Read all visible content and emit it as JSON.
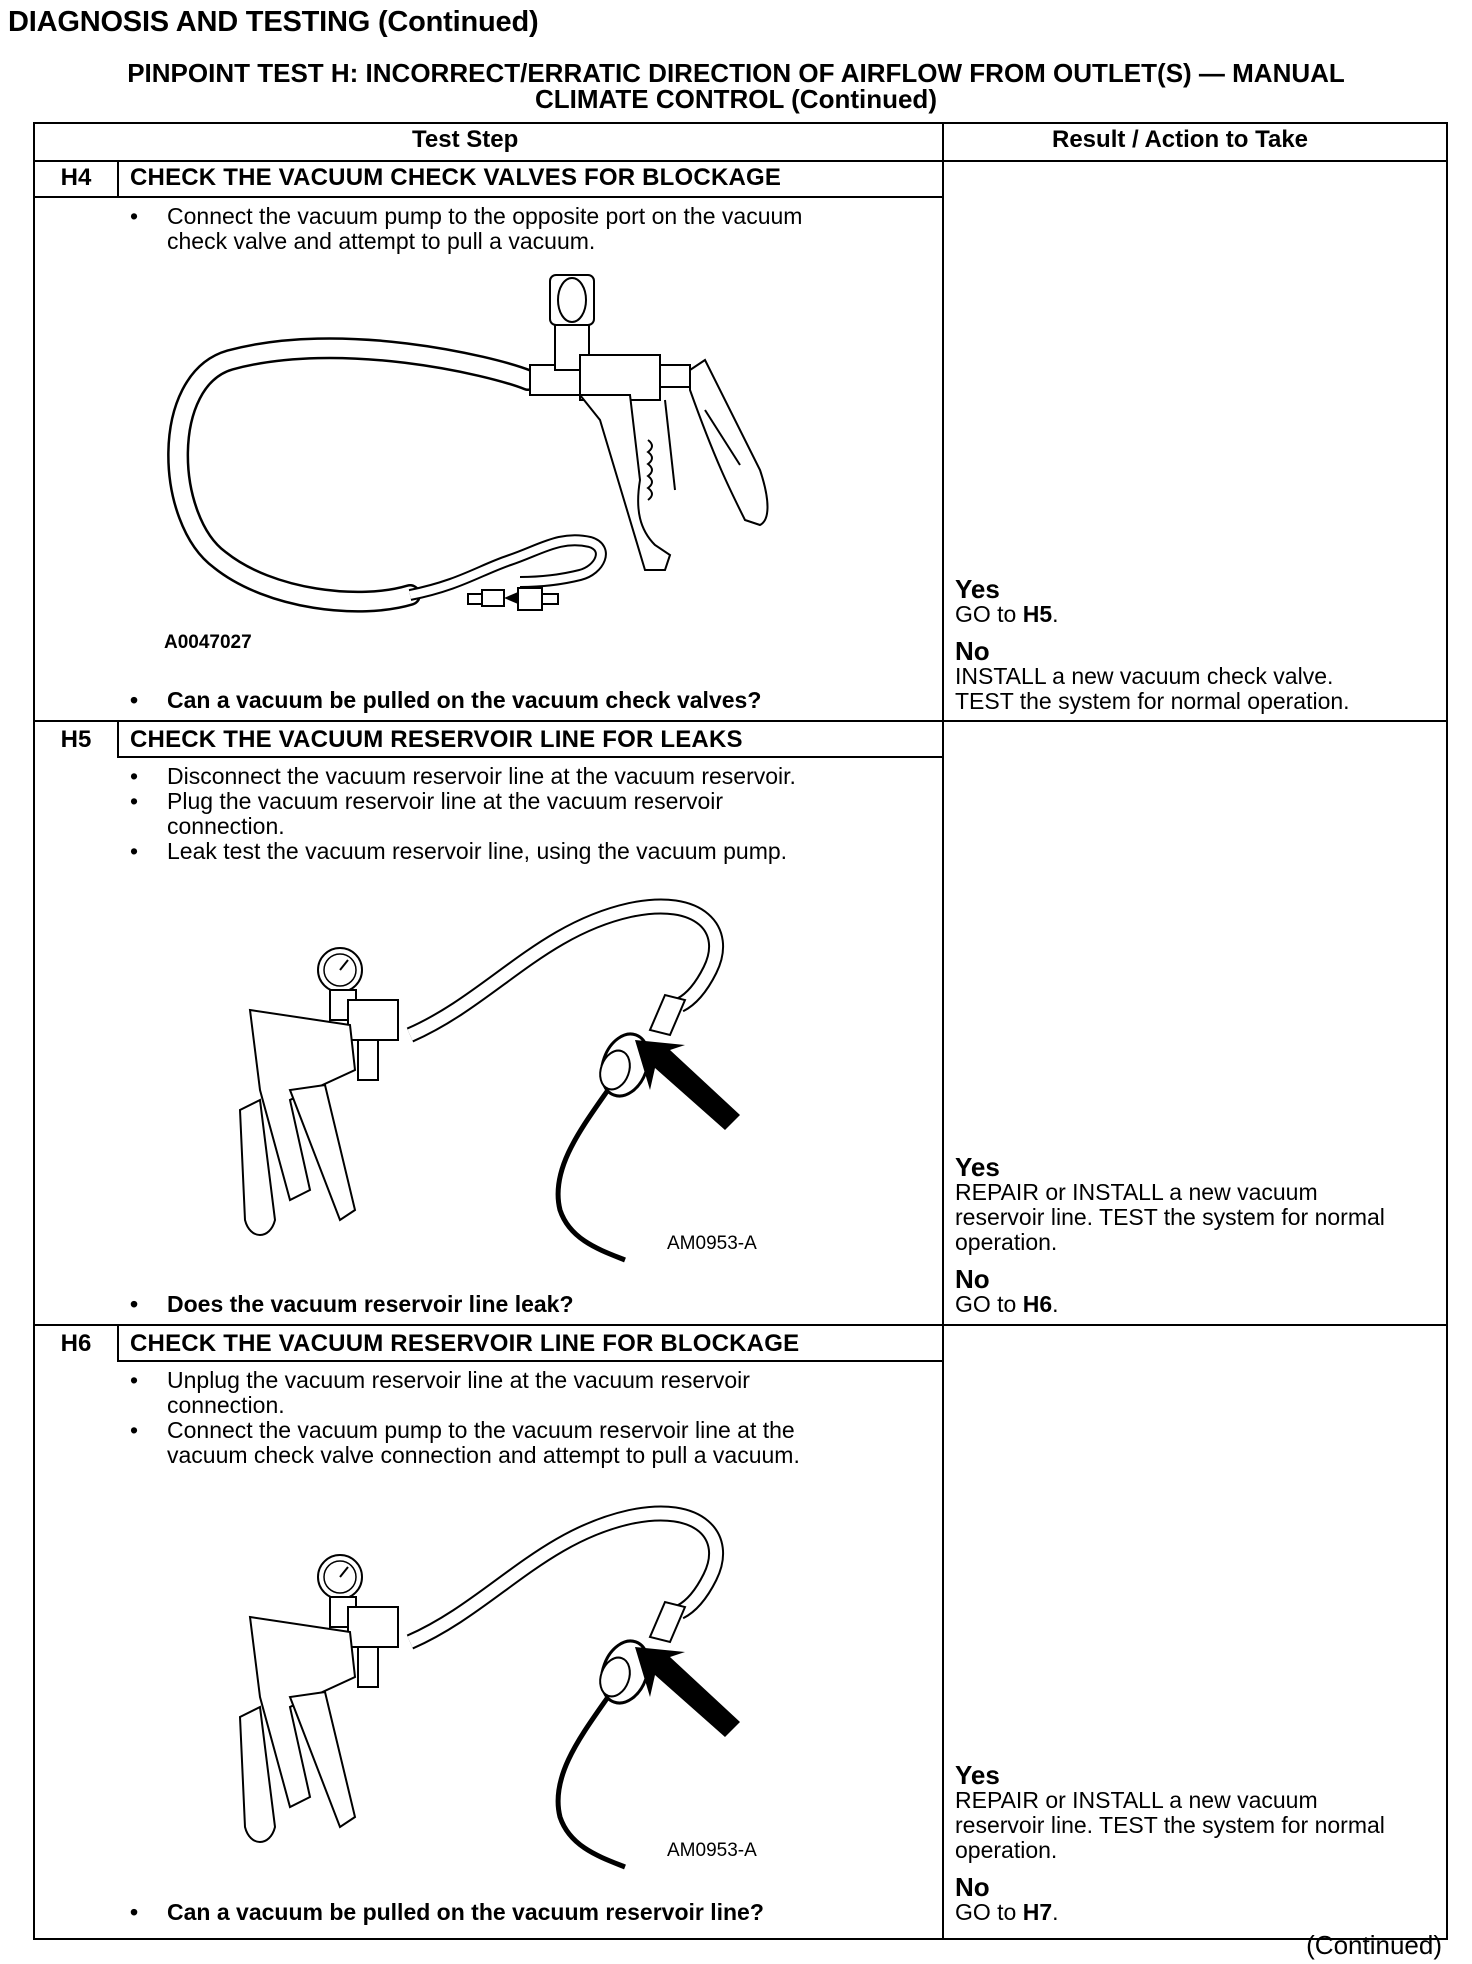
{
  "page": {
    "title": "DIAGNOSIS AND TESTING (Continued)",
    "subtitle_line1": "PINPOINT TEST  H: INCORRECT/ERRATIC DIRECTION OF AIRFLOW FROM OUTLET(S) — MANUAL",
    "subtitle_line2": "CLIMATE CONTROL (Continued)",
    "footer": "(Continued)"
  },
  "table": {
    "col_test_step": "Test Step",
    "col_result": "Result / Action to Take"
  },
  "steps": [
    {
      "id": "H4",
      "title": "CHECK THE VACUUM CHECK VALVES FOR BLOCKAGE",
      "bullets": [
        "Connect the vacuum pump to the opposite port on the vacuum\ncheck valve and attempt to pull a vacuum."
      ],
      "figure_code": "A0047027",
      "question": "Can a vacuum be pulled on the vacuum check valves?",
      "result_yes_label": "Yes",
      "result_yes_text_prefix": "GO to ",
      "result_yes_ref": "H5",
      "result_no_label": "No",
      "result_no_text": "INSTALL a new vacuum check valve.\nTEST the system for normal operation."
    },
    {
      "id": "H5",
      "title": "CHECK THE VACUUM RESERVOIR LINE FOR LEAKS",
      "bullets": [
        "Disconnect the vacuum reservoir line at the vacuum reservoir.",
        "Plug the vacuum reservoir line at the vacuum reservoir\nconnection.",
        "Leak test the vacuum reservoir line, using the vacuum pump."
      ],
      "figure_code": "AM0953-A",
      "question": "Does the vacuum reservoir line leak?",
      "result_yes_label": "Yes",
      "result_yes_text": "REPAIR or INSTALL a new vacuum\nreservoir line. TEST the system for normal\noperation.",
      "result_no_label": "No",
      "result_no_text_prefix": "GO to ",
      "result_no_ref": "H6"
    },
    {
      "id": "H6",
      "title": "CHECK THE VACUUM RESERVOIR LINE FOR BLOCKAGE",
      "bullets": [
        "Unplug the vacuum reservoir line at the vacuum reservoir\nconnection.",
        "Connect the vacuum pump to the vacuum reservoir line at the\nvacuum check valve connection and attempt to pull a vacuum."
      ],
      "figure_code": "AM0953-A",
      "question": "Can a vacuum be pulled on the vacuum reservoir line?",
      "result_yes_label": "Yes",
      "result_yes_text": "REPAIR or INSTALL a new vacuum\nreservoir line. TEST the system for normal\noperation.",
      "result_no_label": "No",
      "result_no_text_prefix": "GO to ",
      "result_no_ref": "H7"
    }
  ]
}
